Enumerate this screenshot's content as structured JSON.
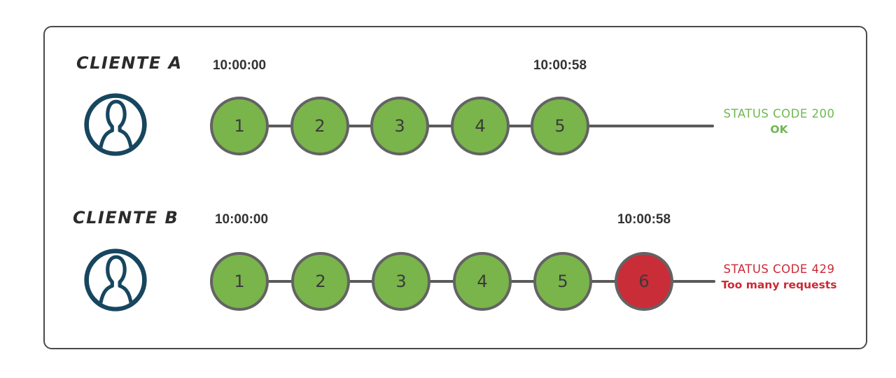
{
  "colors": {
    "success_green": "#79b54a",
    "status_ok_text_green": "#6fb851",
    "error_red": "#c92d38",
    "status_err_text_red": "#cc2936",
    "client_icon_blue": "#17465f",
    "timeline_gray": "#5a5a5a",
    "frame_border_gray": "#4a4a4a",
    "text_dark": "#2b2b2b"
  },
  "rows": [
    {
      "client_label": "CLIENTE A",
      "start_time": "10:00:00",
      "end_time": "10:00:58",
      "requests": [
        "1",
        "2",
        "3",
        "4",
        "5"
      ],
      "status_code_line": "STATUS CODE 200",
      "status_message_line": "OK"
    },
    {
      "client_label": "CLIENTE B",
      "start_time": "10:00:00",
      "end_time": "10:00:58",
      "requests": [
        "1",
        "2",
        "3",
        "4",
        "5",
        "6"
      ],
      "status_code_line": "STATUS CODE 429",
      "status_message_line": "Too many requests"
    }
  ]
}
